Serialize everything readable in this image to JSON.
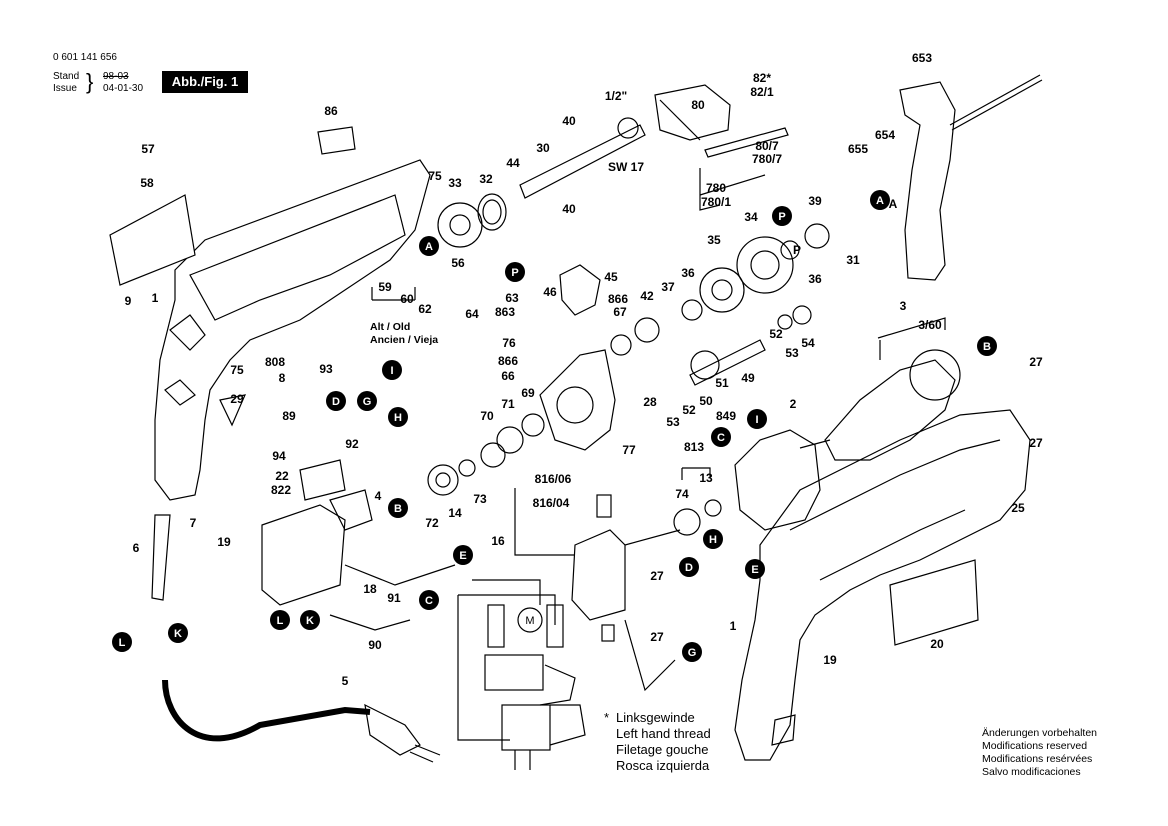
{
  "header": {
    "part_number": "0 601 141 656",
    "stand_label": "Stand",
    "issue_label": "Issue",
    "date_old": "98-03",
    "date_new": "04-01-30",
    "figure_label": "Abb./Fig. 1"
  },
  "footnote": {
    "marker": "*",
    "lines": [
      "Linksgewinde",
      "Left hand thread",
      "Filetage gouche",
      "Rosca izquierda"
    ]
  },
  "modifications": [
    "Änderungen vorbehalten",
    "Modifications reserved",
    "Modifications resérvées",
    "Salvo modificaciones"
  ],
  "old_note": [
    "Alt / Old",
    "Ancien / Vieja"
  ],
  "chuck_size": "1/2\"",
  "wrench_size": "SW 17",
  "motor_symbol": "M",
  "letter_markers": [
    "A",
    "A",
    "P",
    "P",
    "B",
    "B",
    "C",
    "C",
    "D",
    "D",
    "E",
    "E",
    "G",
    "G",
    "H",
    "H",
    "I",
    "I",
    "K",
    "K",
    "L",
    "L"
  ],
  "part_labels": [
    "86",
    "57",
    "58",
    "9",
    "1",
    "75",
    "33",
    "32",
    "44",
    "30",
    "40",
    "40",
    "1/2\"",
    "SW 17",
    "80",
    "82*",
    "82/1",
    "80/7",
    "780/7",
    "780",
    "780/1",
    "653",
    "654",
    "655",
    "A",
    "P",
    "39",
    "36",
    "31",
    "34",
    "35",
    "36",
    "37",
    "42",
    "866",
    "67",
    "46",
    "45",
    "56",
    "59",
    "60",
    "62",
    "64",
    "863",
    "63",
    "808",
    "8",
    "75",
    "29",
    "7",
    "19",
    "6",
    "93",
    "89",
    "94",
    "22",
    "822",
    "92",
    "4",
    "72",
    "14",
    "73",
    "70",
    "71",
    "69",
    "76",
    "866",
    "66",
    "28",
    "53",
    "52",
    "50",
    "51",
    "849",
    "49",
    "52",
    "53",
    "54",
    "3",
    "3/60",
    "27",
    "27",
    "25",
    "2",
    "813",
    "74",
    "13",
    "816/06",
    "816/04",
    "16",
    "27",
    "27",
    "91",
    "18",
    "90",
    "5",
    "1",
    "19",
    "20",
    "77"
  ]
}
